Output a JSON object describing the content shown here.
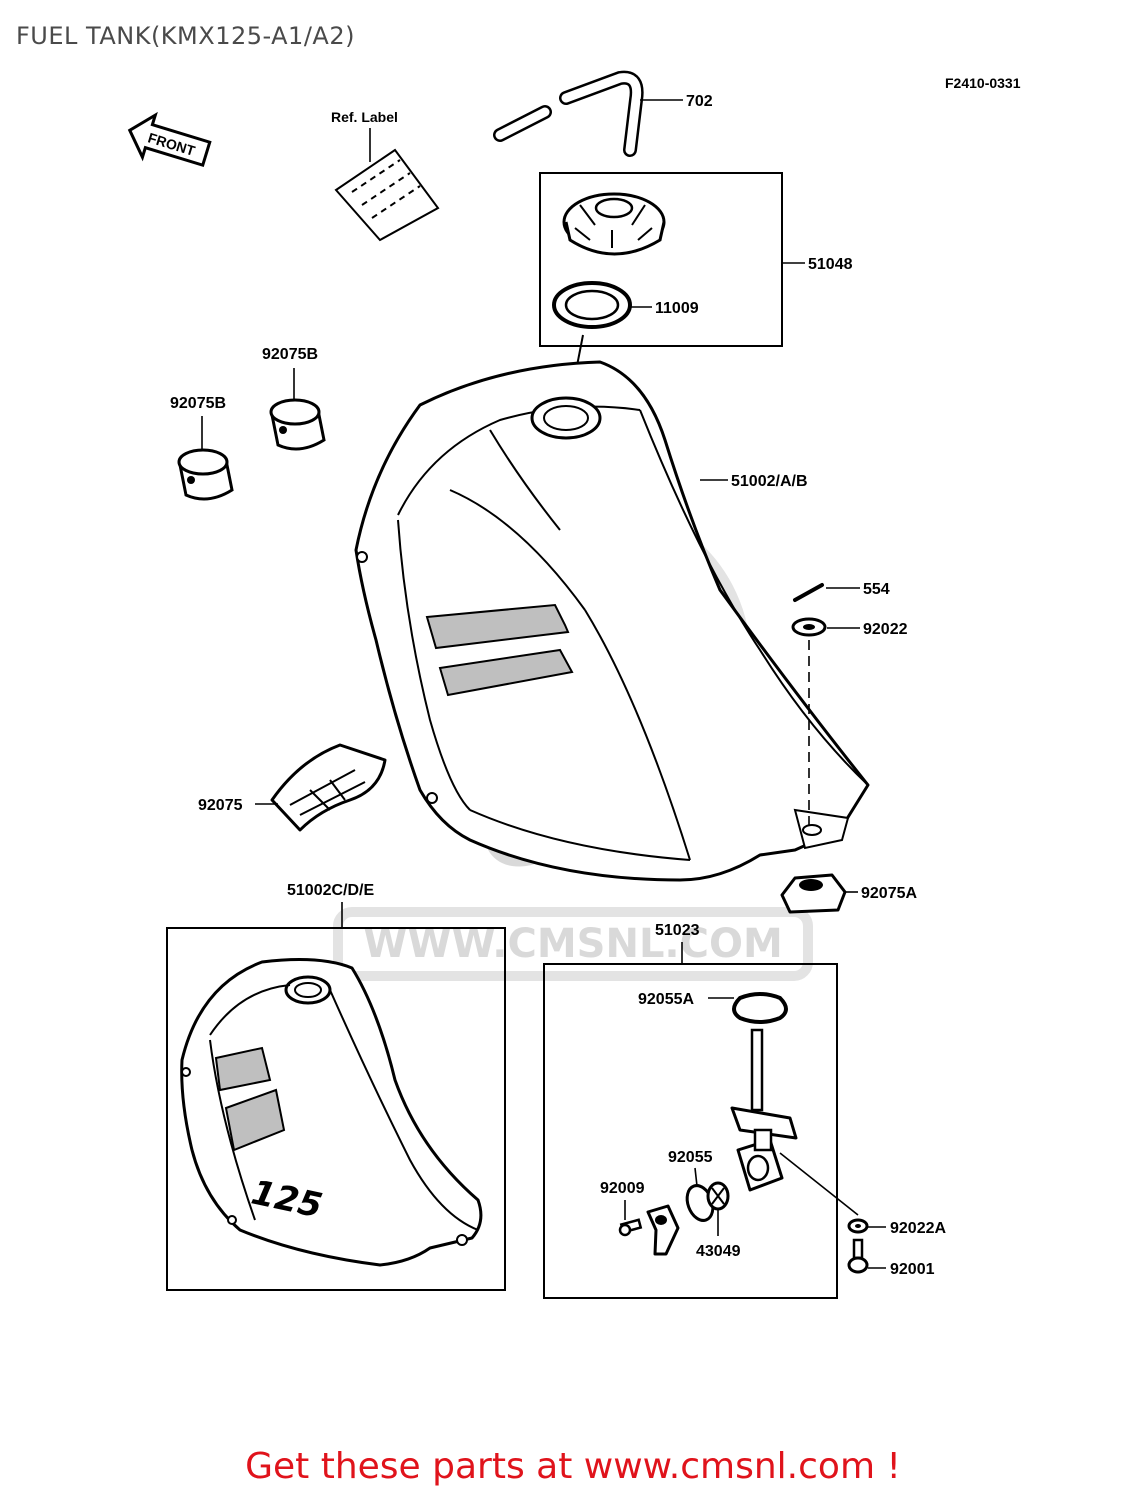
{
  "page": {
    "title": "FUEL TANK(KMX125-A1/A2)",
    "figure_code": "F2410-0331",
    "footer": "Get these parts at www.cmsnl.com !",
    "watermark": "WWW.CMSNL.COM",
    "watermark_logo": "CMS"
  },
  "diagram": {
    "front_arrow": "FRONT",
    "ref_label": "Ref. Label",
    "tank_badge": "125",
    "parts": [
      {
        "id": "702"
      },
      {
        "id": "51048"
      },
      {
        "id": "11009"
      },
      {
        "id": "92075B"
      },
      {
        "id": "92075B"
      },
      {
        "id": "51002/A/B"
      },
      {
        "id": "554"
      },
      {
        "id": "92022"
      },
      {
        "id": "92075"
      },
      {
        "id": "92075A"
      },
      {
        "id": "51002C/D/E"
      },
      {
        "id": "51023"
      },
      {
        "id": "92055A"
      },
      {
        "id": "92055"
      },
      {
        "id": "92009"
      },
      {
        "id": "43049"
      },
      {
        "id": "92022A"
      },
      {
        "id": "92001"
      }
    ]
  },
  "colors": {
    "footer_text": "#e0131b",
    "title_text": "#4a4a4a",
    "line_art": "#000000",
    "watermark": "#d9d9d9"
  }
}
